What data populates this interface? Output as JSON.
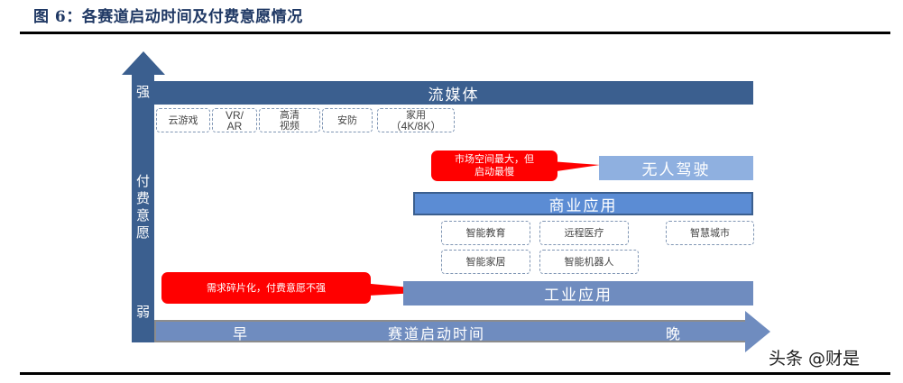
{
  "figure": {
    "title": "图 6：各赛道启动时间及付费意愿情况"
  },
  "axes": {
    "y_label": [
      "付",
      "费",
      "意",
      "愿"
    ],
    "y_top": "强",
    "y_bottom": "弱",
    "x_label": "赛道启动时间",
    "x_start": "早",
    "x_end": "晚"
  },
  "tracks": {
    "streaming": {
      "label": "流媒体",
      "color": "#3b5f8f",
      "subitems": [
        {
          "label": "云游戏"
        },
        {
          "label_line1": "VR/",
          "label_line2": "AR"
        },
        {
          "label_line1": "高清",
          "label_line2": "视频"
        },
        {
          "label": "安防"
        },
        {
          "label_line1": "家用",
          "label_line2": "（4K/8K）"
        }
      ]
    },
    "autonomous_driving": {
      "label": "无人驾驶",
      "color": "#8fb0e0"
    },
    "commercial": {
      "label": "商业应用",
      "color": "#5b8cd4",
      "subitems": [
        {
          "label": "智能教育"
        },
        {
          "label": "远程医疗"
        },
        {
          "label": "智慧城市"
        },
        {
          "label": "智能家居"
        },
        {
          "label": "智能机器人"
        }
      ]
    },
    "industrial": {
      "label": "工业应用",
      "color": "#6f8cbf"
    }
  },
  "callouts": {
    "autonomous": {
      "line1": "市场空间最大，但",
      "line2": "启动最慢"
    },
    "industrial": {
      "text": "需求碎片化，付费意愿不强"
    },
    "color": "#ff0000"
  },
  "watermark": "头条 @财是"
}
